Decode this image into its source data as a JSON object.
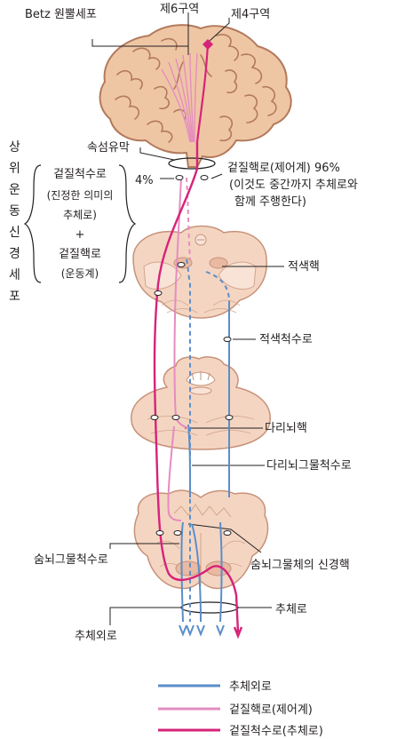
{
  "labels": {
    "betz": "Betz 원뿔세포",
    "area6": "제6구역",
    "area4": "제4구역",
    "internal_capsule": "속섬유막",
    "pct4": "4%",
    "cortico_nuclear": "겉질핵로(제어계) 96%",
    "cortico_nuclear_note1": "(이것도 중간까지 추체로와",
    "cortico_nuclear_note2": "함께 주행한다)",
    "red_nucleus": "적색핵",
    "rubrospinal": "적색척수로",
    "pontine_nucleus": "다리뇌핵",
    "pontoreticulospinal": "다리뇌그물척수로",
    "medullary_reticulospinal": "숨뇌그물척수로",
    "reticular_nucleus": "숨뇌그물체의 신경핵",
    "pyramidal": "추체로",
    "extrapyramidal": "추체외로"
  },
  "side_title": [
    "상",
    "위",
    "운",
    "동",
    "신",
    "경",
    "세",
    "포"
  ],
  "bracket_lines": [
    "겉질척수로",
    "(진정한 의미의",
    "추체로)",
    "+",
    "겉질핵로",
    "(운동계)"
  ],
  "legend": [
    {
      "label": "추체외로",
      "color": "#5b8ec9"
    },
    {
      "label": "겉질핵로(제어계)",
      "color": "#e58cc0"
    },
    {
      "label": "겉질척수로(추체로)",
      "color": "#d6237a"
    }
  ],
  "colors": {
    "extrapyramidal": "#5b8ec9",
    "cortico_nuclear": "#e58cc0",
    "pyramidal": "#d6237a",
    "brain": "#efc6a4",
    "brain_fold": "#b27a5c",
    "section": "#f4d5c2",
    "section_inner": "#f8e3d6"
  }
}
